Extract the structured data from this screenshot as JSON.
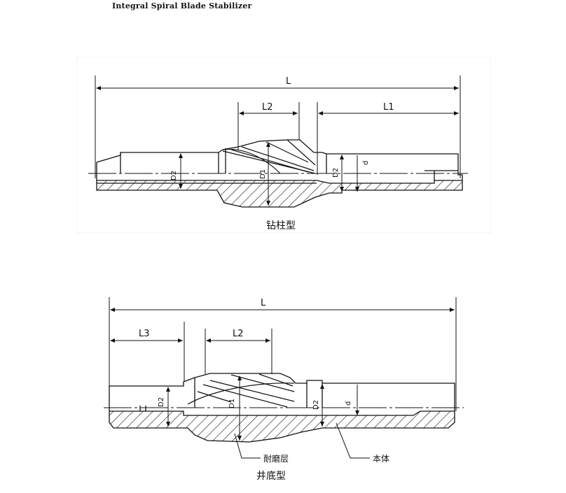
{
  "title": "Integral Spiral Blade Stabilizer",
  "top_diagram": {
    "caption": "钻柱型",
    "dims": {
      "L": "L",
      "L1": "L1",
      "L2": "L2",
      "D1": "D1",
      "D2a": "D2",
      "D2b": "D2",
      "d": "d"
    }
  },
  "bottom_diagram": {
    "caption": "井底型",
    "dims": {
      "L": "L",
      "L2": "L2",
      "L3": "L3",
      "D1": "D1",
      "D2a": "D2",
      "D2b": "D2",
      "d": "d"
    },
    "callouts": {
      "wear": "耐磨层",
      "body": "本体"
    }
  }
}
